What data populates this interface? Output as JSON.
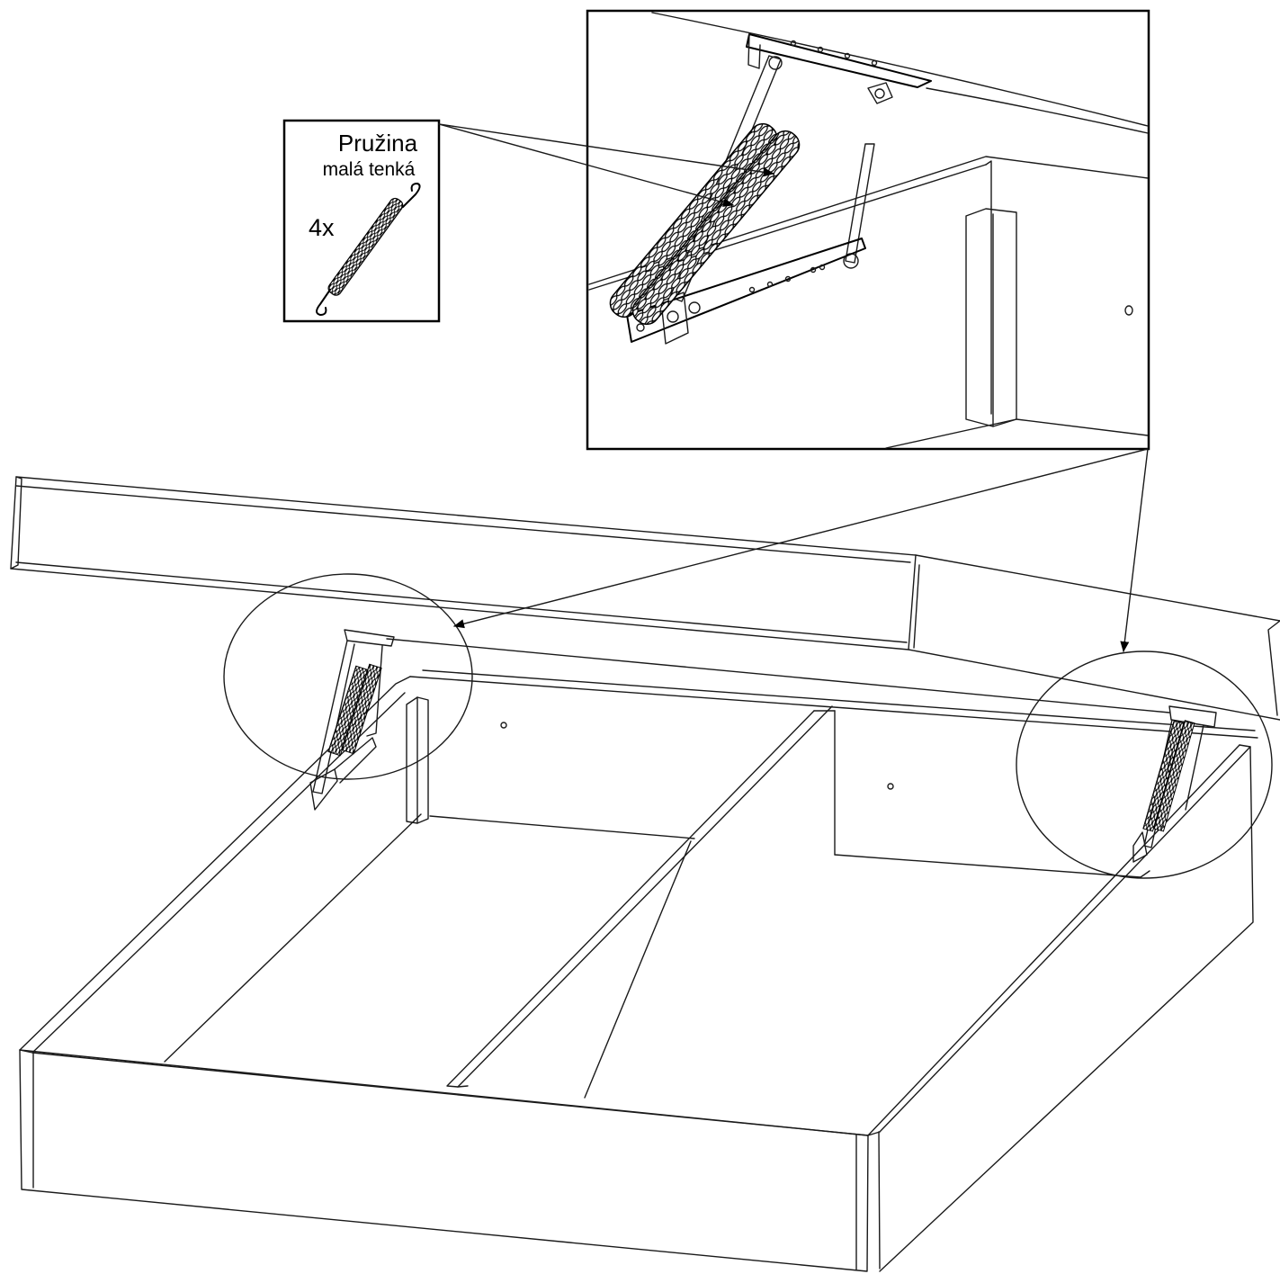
{
  "part_callout": {
    "name_line1": "Pružina",
    "name_line2": "malá tenká",
    "quantity": "4x",
    "part_icon": "extension-spring-icon"
  },
  "colors": {
    "line": "#000000",
    "background": "#ffffff"
  }
}
